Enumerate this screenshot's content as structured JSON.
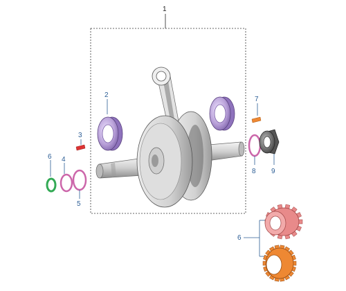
{
  "callouts": [
    {
      "id": "1",
      "label": "1"
    },
    {
      "id": "2",
      "label": "2"
    },
    {
      "id": "3",
      "label": "3"
    },
    {
      "id": "4",
      "label": "4"
    },
    {
      "id": "5",
      "label": "5"
    },
    {
      "id": "6a",
      "label": "6"
    },
    {
      "id": "6b",
      "label": "6"
    },
    {
      "id": "7",
      "label": "7"
    },
    {
      "id": "8",
      "label": "8"
    },
    {
      "id": "9",
      "label": "9"
    }
  ],
  "colors": {
    "callout_black": "#222222",
    "callout_blue": "#2b5d95",
    "bearing_purple": "#b8a0d8",
    "shim_pink": "#cc66aa",
    "key_red": "#dd3333",
    "oring_green": "#33aa55",
    "gear_pink": "#e88a8a",
    "gear_orange": "#ee8833",
    "metal_light": "#e2e2e2",
    "metal_dark": "#555555"
  }
}
